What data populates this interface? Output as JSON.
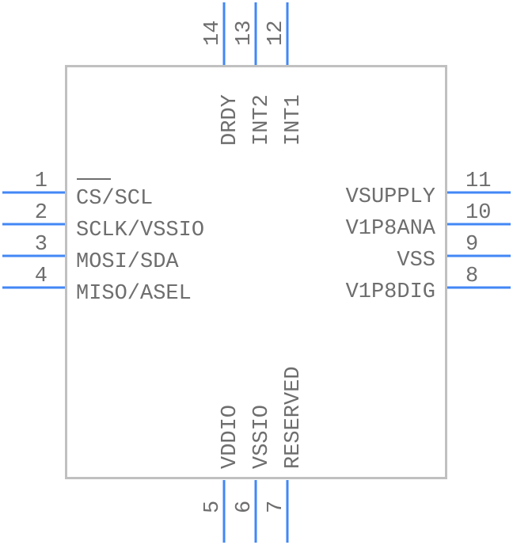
{
  "component": {
    "pins": [
      {
        "number": "1",
        "name": "CS/SCL",
        "overline": "CS",
        "side": "left"
      },
      {
        "number": "2",
        "name": "SCLK/VSSIO",
        "side": "left"
      },
      {
        "number": "3",
        "name": "MOSI/SDA",
        "side": "left"
      },
      {
        "number": "4",
        "name": "MISO/ASEL",
        "side": "left"
      },
      {
        "number": "5",
        "name": "VDDIO",
        "side": "bottom"
      },
      {
        "number": "6",
        "name": "VSSIO",
        "side": "bottom"
      },
      {
        "number": "7",
        "name": "RESERVED",
        "side": "bottom"
      },
      {
        "number": "8",
        "name": "V1P8DIG",
        "side": "right"
      },
      {
        "number": "9",
        "name": "VSS",
        "side": "right"
      },
      {
        "number": "10",
        "name": "V1P8ANA",
        "side": "right"
      },
      {
        "number": "11",
        "name": "VSUPPLY",
        "side": "right"
      },
      {
        "number": "12",
        "name": "INT1",
        "side": "top"
      },
      {
        "number": "13",
        "name": "INT2",
        "side": "top"
      },
      {
        "number": "14",
        "name": "DRDY",
        "side": "top"
      }
    ]
  },
  "colors": {
    "pin": "#4287f5",
    "body": "#c0c0c0",
    "text": "#6e6e6e"
  }
}
